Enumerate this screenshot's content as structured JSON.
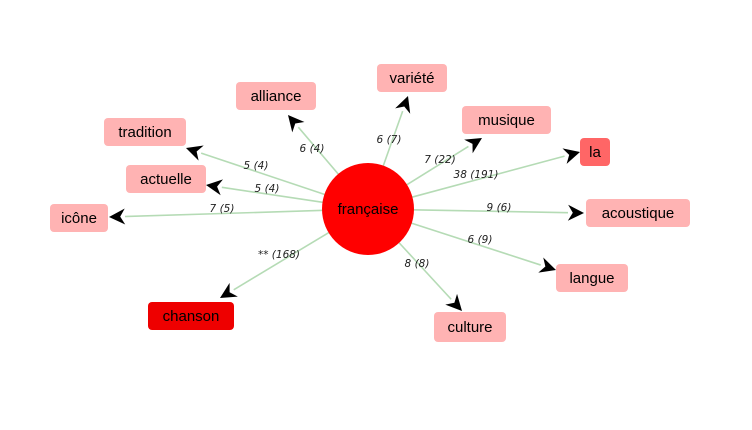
{
  "graph": {
    "center": {
      "label": "française",
      "color": "#ff0000"
    },
    "colors": {
      "light": "#ffb3b3",
      "medium": "#ff6666",
      "strong": "#ee0000",
      "edge": "#b5dbb5"
    },
    "nodes": [
      {
        "id": "alliance",
        "label": "alliance",
        "tone": "light",
        "edge_label": "6 (4)"
      },
      {
        "id": "variete",
        "label": "variété",
        "tone": "light",
        "edge_label": "6 (7)"
      },
      {
        "id": "musique",
        "label": "musique",
        "tone": "light",
        "edge_label": "7 (22)"
      },
      {
        "id": "la",
        "label": "la",
        "tone": "medium",
        "edge_label": "38 (191)"
      },
      {
        "id": "acoustique",
        "label": "acoustique",
        "tone": "light",
        "edge_label": "9 (6)"
      },
      {
        "id": "langue",
        "label": "langue",
        "tone": "light",
        "edge_label": "6 (9)"
      },
      {
        "id": "culture",
        "label": "culture",
        "tone": "light",
        "edge_label": "8 (8)"
      },
      {
        "id": "chanson",
        "label": "chanson",
        "tone": "strong",
        "edge_label": "** (168)"
      },
      {
        "id": "icone",
        "label": "icône",
        "tone": "light",
        "edge_label": "7 (5)"
      },
      {
        "id": "actuelle",
        "label": "actuelle",
        "tone": "light",
        "edge_label": "5 (4)"
      },
      {
        "id": "tradition",
        "label": "tradition",
        "tone": "light",
        "edge_label": "5 (4)"
      }
    ]
  }
}
